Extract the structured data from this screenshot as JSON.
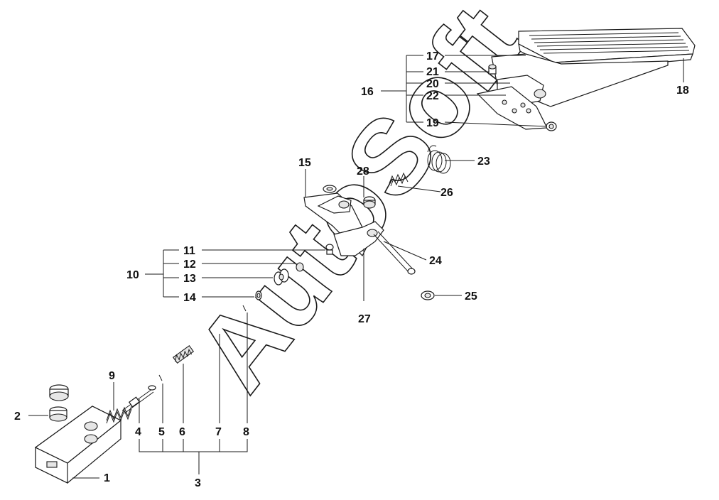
{
  "watermark": "AutoSoft",
  "callouts": {
    "c1": "1",
    "c2": "2",
    "c3": "3",
    "c4": "4",
    "c5": "5",
    "c6": "6",
    "c7": "7",
    "c8": "8",
    "c9": "9",
    "c10": "10",
    "c11": "11",
    "c12": "12",
    "c13": "13",
    "c14": "14",
    "c15": "15",
    "c16": "16",
    "c17": "17",
    "c18": "18",
    "c19": "19",
    "c20": "20",
    "c21": "21",
    "c22": "22",
    "c23": "23",
    "c24": "24",
    "c25": "25",
    "c26": "26",
    "c27": "27",
    "c28": "28"
  }
}
